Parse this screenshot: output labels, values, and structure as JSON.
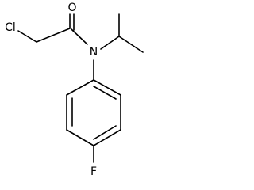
{
  "molecule": {
    "atoms": {
      "chlorine": "Cl",
      "oxygen": "O",
      "nitrogen": "N",
      "fluorine": "F"
    }
  }
}
